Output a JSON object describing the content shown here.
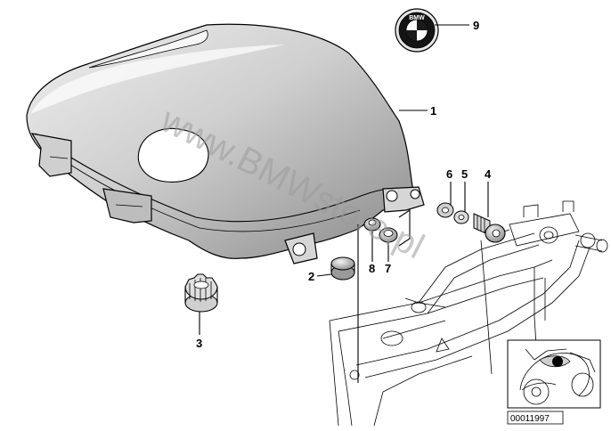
{
  "callouts": [
    {
      "id": "1",
      "label": "1"
    },
    {
      "id": "2",
      "label": "2"
    },
    {
      "id": "3",
      "label": "3"
    },
    {
      "id": "4",
      "label": "4"
    },
    {
      "id": "5",
      "label": "5"
    },
    {
      "id": "6",
      "label": "6"
    },
    {
      "id": "7",
      "label": "7"
    },
    {
      "id": "8",
      "label": "8"
    },
    {
      "id": "9",
      "label": "9"
    }
  ],
  "badge_lettering": "BMW",
  "watermark": "www.BMWstore.pl",
  "reference_number": "00011997"
}
